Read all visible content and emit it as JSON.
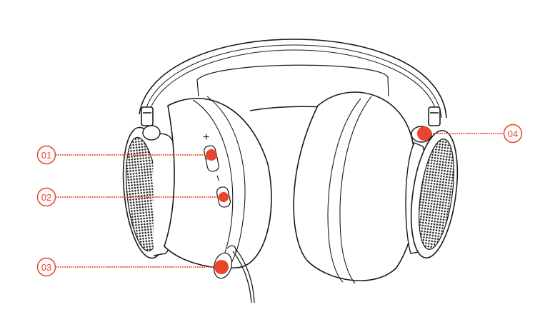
{
  "diagram": {
    "subject": "Over-ear headphones, front view",
    "accent_color": "#e8452c",
    "line_color": "#1a1a1a",
    "callouts": [
      {
        "label": "01",
        "target": "volume-rocker"
      },
      {
        "label": "02",
        "target": "mic-mute-button"
      },
      {
        "label": "03",
        "target": "cable-port"
      },
      {
        "label": "04",
        "target": "right-cup-control"
      }
    ],
    "markings": {
      "plus": "+",
      "minus": "−"
    }
  }
}
